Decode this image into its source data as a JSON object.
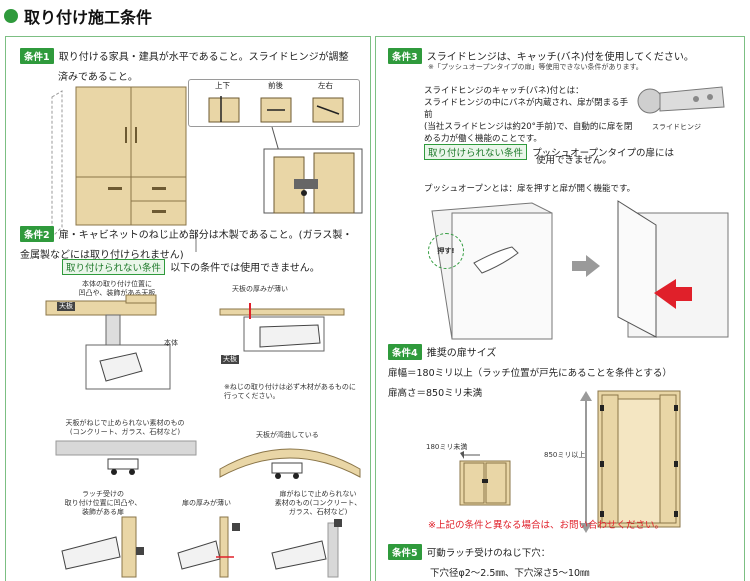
{
  "page_title": "取り付け施工条件",
  "cond1": {
    "tag": "条件1",
    "text1": "取り付ける家具・建具が水平であること。スライドヒンジが調整",
    "text2": "済みであること。",
    "adj": [
      "上下",
      "前後",
      "左右"
    ]
  },
  "cond2": {
    "tag": "条件2",
    "text1": "扉・キャビネットのねじ止め部分は木製であること。(ガラス製・",
    "text2": "金属製などには取り付けられません)",
    "badge": "取り付けられない条件",
    "after_badge": "以下の条件では使用できません。",
    "d1": {
      "l1": "本体の取り付け位置に",
      "l2": "凹凸や、装飾がある天板",
      "top": "天板",
      "body": "本体"
    },
    "d2": {
      "l1": "天板の厚みが薄い",
      "top": "天板",
      "n1": "※ねじの取り付けは必ず木材があるものに",
      "n2": "行ってください。"
    },
    "d3": {
      "l1": "天板がねじで止められない素材のもの",
      "l2": "(コンクリート、ガラス、石材など)"
    },
    "d4": {
      "l1": "天板が湾曲している"
    },
    "d5": {
      "l1": "ラッチ受けの",
      "l2": "取り付け位置に凹凸や、",
      "l3": "装飾がある扉"
    },
    "d6": {
      "l1": "扉の厚みが薄い"
    },
    "d7": {
      "l1": "扉がねじで止められない",
      "l2": "素材のもの(コンクリート、",
      "l3": "ガラス、石材など)"
    }
  },
  "cond3": {
    "tag": "条件3",
    "text": "スライドヒンジは、キャッチ(バネ)付を使用してください。",
    "note": "※「プッシュオープンタイプの扉」等使用できない条件があります。",
    "desc": [
      "スライドヒンジのキャッチ(バネ)付とは：",
      "スライドヒンジの中にバネが内蔵され、扉が閉まる手前",
      "(当社スライドヒンジは約20°手前)で、自動的に扉を閉",
      "める力が働く機能のことです。"
    ],
    "hinge_label": "スライドヒンジ",
    "badge": "取り付けられない条件",
    "after1": "プッシュオープンタイプの扉には",
    "after2": "使用できません。",
    "push_def": "プッシュオープンとは：扉を押すと扉が開く機能です。",
    "push_bubble": "押す!"
  },
  "cond4": {
    "tag": "条件4",
    "title": "推奨の扉サイズ",
    "l1": "扉幅＝180ミリ以上（ラッチ位置が戸先にあることを条件とする）",
    "l2": "扉高さ＝850ミリ未満",
    "w_label": "180ミリ未満",
    "h_label": "850ミリ以上",
    "warn": "※上記の条件と異なる場合は、お問い合わせください。"
  },
  "cond5": {
    "tag": "条件5",
    "l1": "可動ラッチ受けのねじ下穴：",
    "l2": "下穴径φ2〜2.5㎜、下穴深さ5〜10㎜"
  },
  "colors": {
    "accent": "#2f9a3c",
    "wood": "#e9d6a6",
    "red": "#e0202a",
    "arrow": "#9a9a9a"
  }
}
